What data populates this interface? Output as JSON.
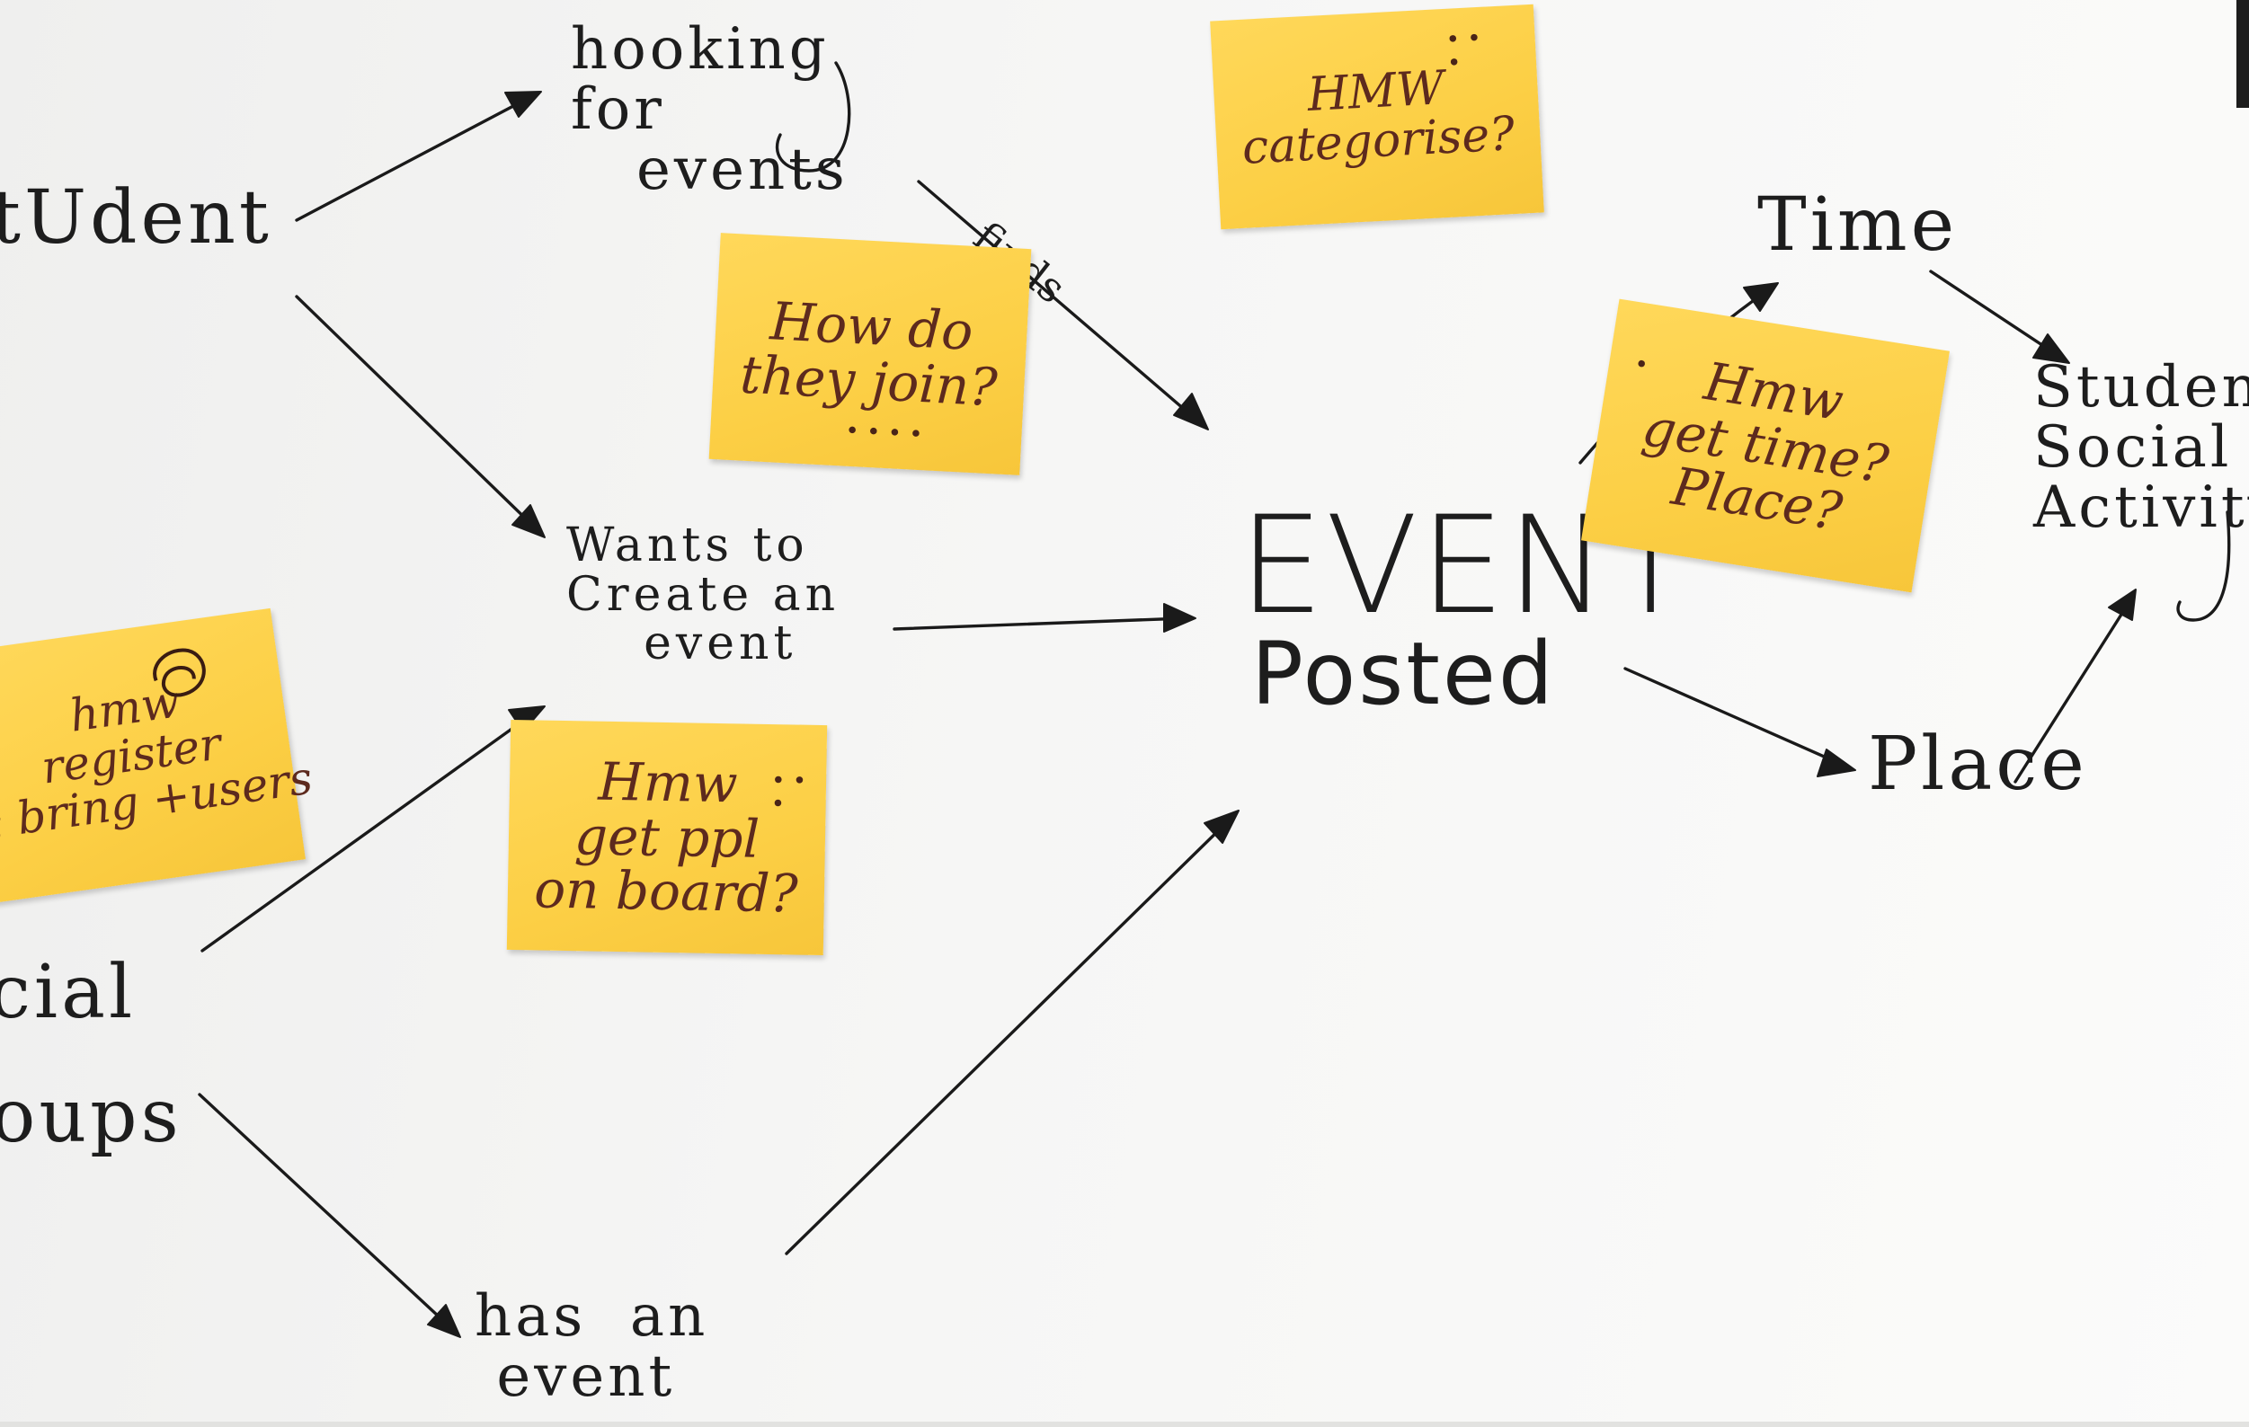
{
  "nodes": {
    "student": "tUdent",
    "looking_for_events": "hooking\nfor\n   events",
    "wants_to_create": "Wants to\nCreate an\n    event",
    "social": "cial",
    "groups": "oups",
    "has_an_event": "has  an\n event",
    "event": "EVENT",
    "posted": "Posted",
    "time": "Time",
    "place": "Place",
    "student_social_activity": "Student\nSocial\nActivity"
  },
  "link_labels": {
    "finds": "finds"
  },
  "stickies": {
    "hmw_categorise": "HMW\ncategorise?",
    "how_do_they_join": "How do\nthey join?",
    "hmw_register": "hmw\nregister\n& bring +users",
    "hmw_get_ppl": "Hmw\nget ppl\non board?",
    "hmw_get_time_place": "Hmw\nget time?\nPlace?"
  },
  "colors": {
    "paper": "#f2f2f1",
    "ink": "#1a1a1a",
    "sticky": "#fccf45",
    "sticky_ink": "#5d2a1e"
  }
}
